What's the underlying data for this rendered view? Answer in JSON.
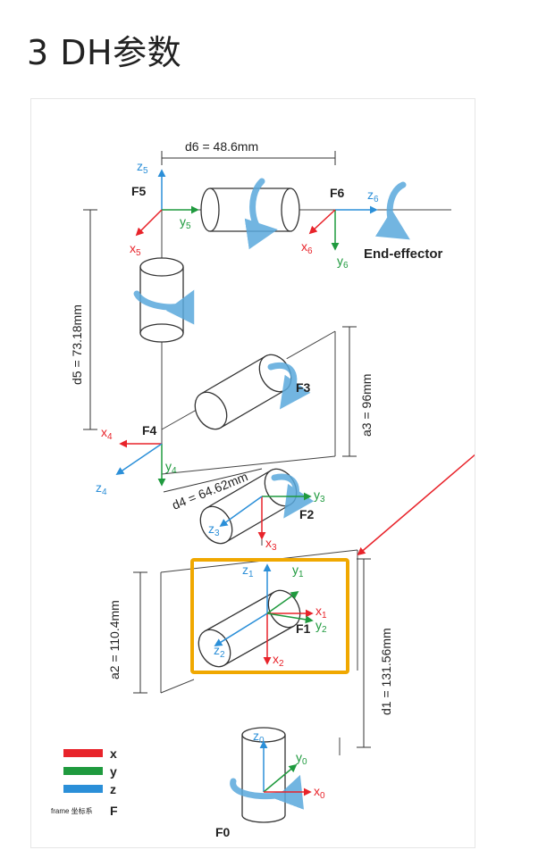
{
  "page": {
    "title": "3 DH参数"
  },
  "colors": {
    "x": "#e8232a",
    "y": "#1f9a3e",
    "z": "#2b8fd8",
    "highlight": "#f0a800",
    "arrow": "#e8232a",
    "rotation": "#5aa9dc"
  },
  "dimensions": {
    "d6": "d6 = 48.6mm",
    "d5": "d5 = 73.18mm",
    "a3": "a3 = 96mm",
    "d4": "d4 = 64.62mm",
    "a2": "a2 = 110.4mm",
    "d1": "d1 = 131.56mm"
  },
  "frames": {
    "f0": "F0",
    "f1": "F1",
    "f2": "F2",
    "f3": "F3",
    "f4": "F4",
    "f5": "F5",
    "f6": "F6"
  },
  "end_effector": "End-effector",
  "axes": {
    "x0": "x",
    "x0_sub": "0",
    "y0": "y",
    "y0_sub": "0",
    "z0": "z",
    "z0_sub": "0",
    "x1": "x",
    "x1_sub": "1",
    "y1": "y",
    "y1_sub": "1",
    "z1": "z",
    "z1_sub": "1",
    "x2": "x",
    "x2_sub": "2",
    "y2": "y",
    "y2_sub": "2",
    "z2": "z",
    "z2_sub": "2",
    "x3": "x",
    "x3_sub": "3",
    "y3": "y",
    "y3_sub": "3",
    "z3": "z",
    "z3_sub": "3",
    "x4": "x",
    "x4_sub": "4",
    "y4": "y",
    "y4_sub": "4",
    "z4": "z",
    "z4_sub": "4",
    "x5": "x",
    "x5_sub": "5",
    "y5": "y",
    "y5_sub": "5",
    "z5": "z",
    "z5_sub": "5",
    "x6": "x",
    "x6_sub": "6",
    "y6": "y",
    "y6_sub": "6",
    "z6": "z",
    "z6_sub": "6"
  },
  "legend": {
    "x": "x",
    "y": "y",
    "z": "z",
    "frame_label": "frame 坐标系",
    "frame_symbol": "F"
  }
}
